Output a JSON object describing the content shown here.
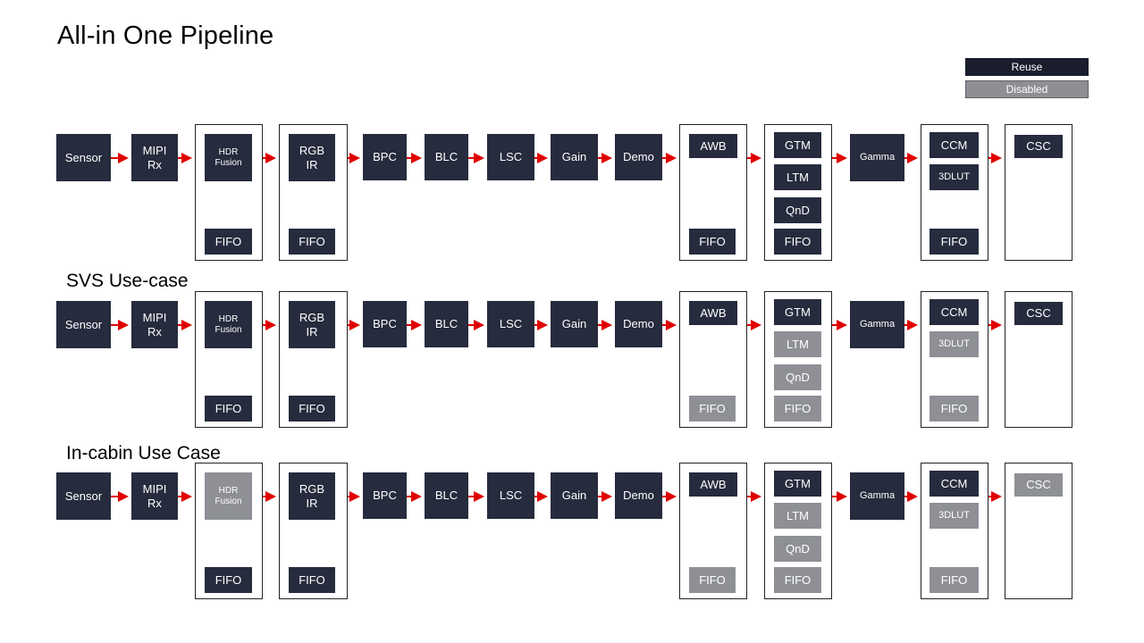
{
  "title": "All-in One Pipeline",
  "legend": {
    "reuse": "Reuse",
    "disabled": "Disabled"
  },
  "colors": {
    "reuse": "#262b3d",
    "disabled": "#8e9096",
    "arrow": "#e00000",
    "frame": "#222222"
  },
  "rows": [
    {
      "section_label": "",
      "blocks": {
        "sensor": {
          "label": "Sensor",
          "state": "reuse"
        },
        "mipi": {
          "label": "MIPI\nRx",
          "state": "reuse"
        },
        "hdr": {
          "label": "HDR\nFusion",
          "state": "reuse"
        },
        "hdr_fifo": {
          "label": "FIFO",
          "state": "reuse"
        },
        "rgbir": {
          "label": "RGB\nIR",
          "state": "reuse"
        },
        "rgbir_fifo": {
          "label": "FIFO",
          "state": "reuse"
        },
        "bpc": {
          "label": "BPC",
          "state": "reuse"
        },
        "blc": {
          "label": "BLC",
          "state": "reuse"
        },
        "lsc": {
          "label": "LSC",
          "state": "reuse"
        },
        "gain": {
          "label": "Gain",
          "state": "reuse"
        },
        "demo": {
          "label": "Demo",
          "state": "reuse"
        },
        "awb": {
          "label": "AWB",
          "state": "reuse"
        },
        "awb_fifo": {
          "label": "FIFO",
          "state": "reuse"
        },
        "gtm": {
          "label": "GTM",
          "state": "reuse"
        },
        "ltm": {
          "label": "LTM",
          "state": "reuse"
        },
        "qnd": {
          "label": "QnD",
          "state": "reuse"
        },
        "tm_fifo": {
          "label": "FIFO",
          "state": "reuse"
        },
        "gamma": {
          "label": "Gamma",
          "state": "reuse"
        },
        "ccm": {
          "label": "CCM",
          "state": "reuse"
        },
        "lut3d": {
          "label": "3DLUT",
          "state": "reuse"
        },
        "ccm_fifo": {
          "label": "FIFO",
          "state": "reuse"
        },
        "csc": {
          "label": "CSC",
          "state": "reuse"
        }
      }
    },
    {
      "section_label": "SVS Use-case",
      "blocks": {
        "sensor": {
          "label": "Sensor",
          "state": "reuse"
        },
        "mipi": {
          "label": "MIPI\nRx",
          "state": "reuse"
        },
        "hdr": {
          "label": "HDR\nFusion",
          "state": "reuse"
        },
        "hdr_fifo": {
          "label": "FIFO",
          "state": "reuse"
        },
        "rgbir": {
          "label": "RGB\nIR",
          "state": "reuse"
        },
        "rgbir_fifo": {
          "label": "FIFO",
          "state": "reuse"
        },
        "bpc": {
          "label": "BPC",
          "state": "reuse"
        },
        "blc": {
          "label": "BLC",
          "state": "reuse"
        },
        "lsc": {
          "label": "LSC",
          "state": "reuse"
        },
        "gain": {
          "label": "Gain",
          "state": "reuse"
        },
        "demo": {
          "label": "Demo",
          "state": "reuse"
        },
        "awb": {
          "label": "AWB",
          "state": "reuse"
        },
        "awb_fifo": {
          "label": "FIFO",
          "state": "disabled"
        },
        "gtm": {
          "label": "GTM",
          "state": "reuse"
        },
        "ltm": {
          "label": "LTM",
          "state": "disabled"
        },
        "qnd": {
          "label": "QnD",
          "state": "disabled"
        },
        "tm_fifo": {
          "label": "FIFO",
          "state": "disabled"
        },
        "gamma": {
          "label": "Gamma",
          "state": "reuse"
        },
        "ccm": {
          "label": "CCM",
          "state": "reuse"
        },
        "lut3d": {
          "label": "3DLUT",
          "state": "disabled"
        },
        "ccm_fifo": {
          "label": "FIFO",
          "state": "disabled"
        },
        "csc": {
          "label": "CSC",
          "state": "reuse"
        }
      }
    },
    {
      "section_label": "In-cabin Use Case",
      "blocks": {
        "sensor": {
          "label": "Sensor",
          "state": "reuse"
        },
        "mipi": {
          "label": "MIPI\nRx",
          "state": "reuse"
        },
        "hdr": {
          "label": "HDR\nFusion",
          "state": "disabled"
        },
        "hdr_fifo": {
          "label": "FIFO",
          "state": "reuse"
        },
        "rgbir": {
          "label": "RGB\nIR",
          "state": "reuse"
        },
        "rgbir_fifo": {
          "label": "FIFO",
          "state": "reuse"
        },
        "bpc": {
          "label": "BPC",
          "state": "reuse"
        },
        "blc": {
          "label": "BLC",
          "state": "reuse"
        },
        "lsc": {
          "label": "LSC",
          "state": "reuse"
        },
        "gain": {
          "label": "Gain",
          "state": "reuse"
        },
        "demo": {
          "label": "Demo",
          "state": "reuse"
        },
        "awb": {
          "label": "AWB",
          "state": "reuse"
        },
        "awb_fifo": {
          "label": "FIFO",
          "state": "disabled"
        },
        "gtm": {
          "label": "GTM",
          "state": "reuse"
        },
        "ltm": {
          "label": "LTM",
          "state": "disabled"
        },
        "qnd": {
          "label": "QnD",
          "state": "disabled"
        },
        "tm_fifo": {
          "label": "FIFO",
          "state": "disabled"
        },
        "gamma": {
          "label": "Gamma",
          "state": "reuse"
        },
        "ccm": {
          "label": "CCM",
          "state": "reuse"
        },
        "lut3d": {
          "label": "3DLUT",
          "state": "disabled"
        },
        "ccm_fifo": {
          "label": "FIFO",
          "state": "disabled"
        },
        "csc": {
          "label": "CSC",
          "state": "disabled"
        }
      }
    }
  ]
}
